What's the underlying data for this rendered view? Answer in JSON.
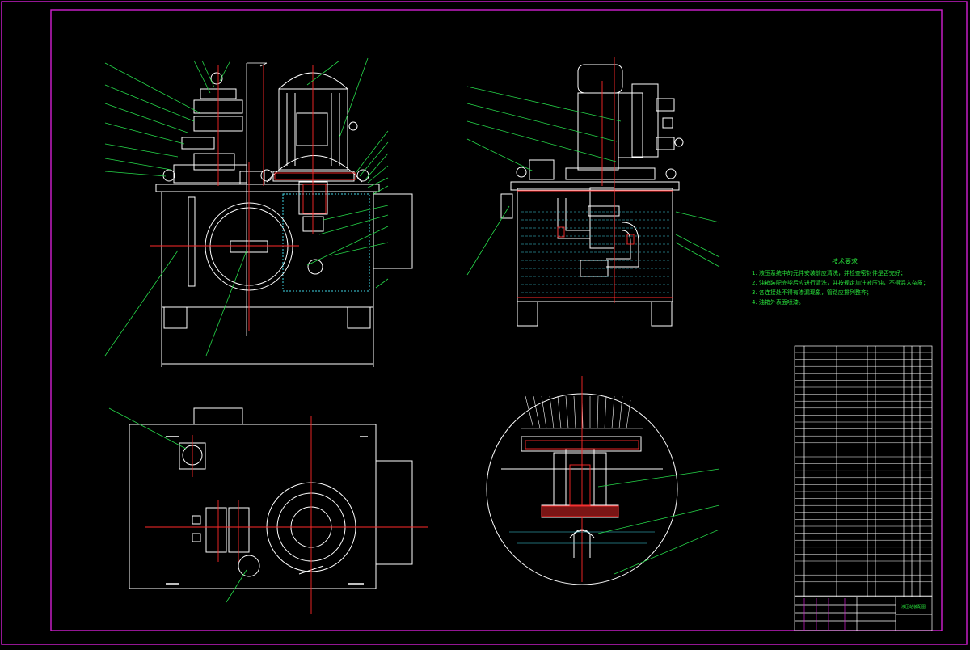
{
  "window": {
    "title": ""
  },
  "colors": {
    "background": "#000000",
    "border": "#d21fd2",
    "outline": "#ffffff",
    "leader": "#26d94a",
    "accent_red": "#ff2a2a",
    "cyan": "#3fd6e6",
    "table_line": "#ffffff",
    "text_green": "#29e33c"
  },
  "notes": {
    "title": "技术要求",
    "items": [
      "1. 液压系统中的元件安装前应清洗，并检查密封件是否完好；",
      "2. 油箱装配完毕后应进行清洗，并按规定加注液压油，不得混入杂质；",
      "3. 各连接处不得有渗漏现象，管路应排列整齐；",
      "4. 油箱外表面喷漆。"
    ]
  },
  "title_block": {
    "drawing_name": "液压站装配图"
  }
}
